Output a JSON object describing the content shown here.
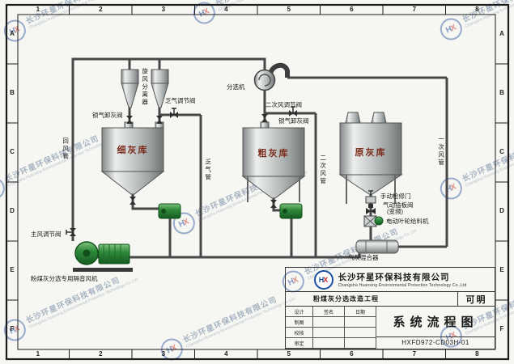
{
  "sheet": {
    "grid_cols": [
      "1",
      "2",
      "3",
      "4",
      "5",
      "6",
      "7",
      "8"
    ],
    "grid_rows": [
      "A",
      "B",
      "C",
      "D",
      "E",
      "F"
    ]
  },
  "watermark": {
    "logo_h": "H",
    "logo_x": "X",
    "cn": "长沙环星环保科技有限公司",
    "en": "Changsha Huanxing Environmental Protection Technology Co.,Ltd"
  },
  "labels": {
    "cyclone": "旋风分离器",
    "exhaust_valve": "乏气调节阀",
    "airlock_valve_left": "锁气卸灰阀",
    "separator": "分选机",
    "secondary_air_valve": "二次风调节阀",
    "airlock_valve_mid": "锁气卸灰阀",
    "fine_ash_silo": "细灰库",
    "coarse_ash_silo": "粗灰库",
    "raw_ash_silo": "原灰库",
    "return_air_duct": "回风管",
    "exhaust_duct": "乏气管",
    "secondary_air_duct": "二次风管",
    "primary_air_duct": "一次风管",
    "main_air_valve": "主风调节阀",
    "fan": "粉煤灰分选专用隔音风机",
    "manual_access_door": "手动检修门",
    "pneumatic_gate_valve": "气动插板阀",
    "pneumatic_gate_valve_note": "(变频)",
    "impeller_feeder": "电动叶轮给料机",
    "gas_ash_mixer": "气灰混合器"
  },
  "titleblock": {
    "logo_h": "H",
    "logo_x": "X",
    "company": "长沙环星环保科技有限公司",
    "company_en": "Changsha Huanxing Environmental Protection Technology Co.,Ltd",
    "project": "粉煤灰分选改造工程",
    "stamp": "可明",
    "drawing_title": "系统流程图",
    "drawing_no": "HXFD972-CD03H-01",
    "rows": [
      [
        "设计",
        "签名",
        "日期"
      ],
      [
        "制图",
        "",
        ""
      ],
      [
        "校核",
        "",
        ""
      ],
      [
        "审定",
        "",
        ""
      ]
    ]
  }
}
